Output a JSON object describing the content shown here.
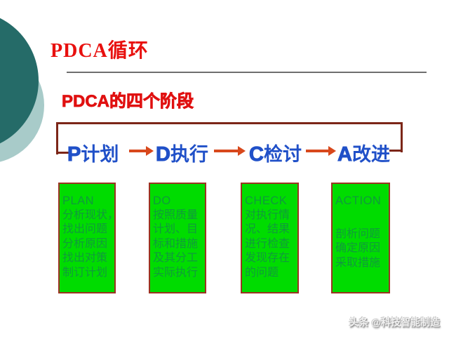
{
  "title": "PDCA循环",
  "subtitle": "PDCA的四个阶段",
  "flow": {
    "steps": [
      {
        "letter": "P",
        "label": "计划"
      },
      {
        "letter": "D",
        "label": "执行"
      },
      {
        "letter": "C",
        "label": "检讨"
      },
      {
        "letter": "A",
        "label": "改进"
      }
    ]
  },
  "boxes": [
    {
      "heading": "PLAN",
      "lines": [
        "分析现状，",
        "找出问题",
        "分析原因",
        "找出对策",
        "制订计划"
      ]
    },
    {
      "heading": "DO",
      "lines": [
        "按照质量",
        "计划、目",
        "标和措施",
        "及其分工",
        "实际执行"
      ]
    },
    {
      "heading": "CHECK",
      "lines": [
        "对执行情",
        "况、结果",
        "进行检查",
        "发现存在",
        "的问题"
      ]
    },
    {
      "heading": "ACTION",
      "lines": [
        "",
        "剖析问题",
        "确定原因",
        "采取措施"
      ]
    }
  ],
  "watermark": "头条 @科技智能制造",
  "colors": {
    "title_red": "#e8100e",
    "subtitle_red": "#e01010",
    "flow_blue": "#2050c8",
    "arrow_orange": "#d8481c",
    "bracket_maroon": "#7c2618",
    "box_green": "#00dc00",
    "box_border": "#9c3322",
    "box_text_green": "#109a3c",
    "circle_dark_teal": "#256b68",
    "circle_light_teal": "#a8cbc9"
  }
}
